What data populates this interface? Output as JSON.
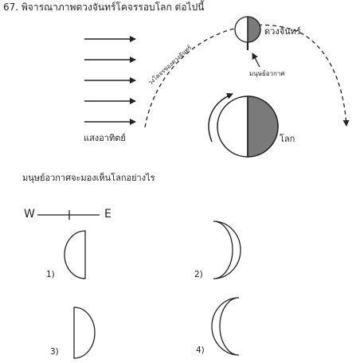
{
  "question": {
    "title": "67. พิจารณาภาพดวงจันทร์โคจรรอบโลก ต่อไปนี้",
    "prompt": "มนุษย์อวกาศจะมองเห็นโลกอย่างไร"
  },
  "figure": {
    "moon_label": "ดวงจันทร์",
    "astronaut_label": "มนุษย์อวกาศ",
    "orbit_label": "วงโคจรของดวงจันทร์",
    "sunlight_label": "แสงอาทิตย์",
    "earth_label": "โลก"
  },
  "compass": {
    "west": "W",
    "east": "E"
  },
  "choices": [
    {
      "label": "1)",
      "shape": "half-left"
    },
    {
      "label": "2)",
      "shape": "crescent-right"
    },
    {
      "label": "3)",
      "shape": "half-right"
    },
    {
      "label": "4)",
      "shape": "crescent-left"
    }
  ],
  "colors": {
    "shade": "#7a7a7a",
    "line": "#222222"
  }
}
